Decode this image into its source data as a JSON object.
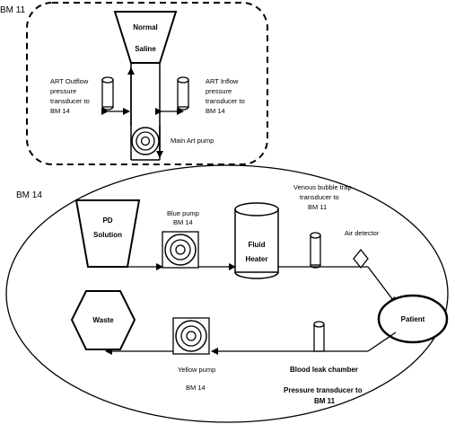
{
  "bm11": {
    "title": "BM 11",
    "saline_line1": "Normal",
    "saline_line2": "Saline",
    "outflow": [
      "ART Outflow",
      "pressure",
      "transducer to",
      "BM 14"
    ],
    "inflow": [
      "ART Inflow",
      "pressure",
      "transducer to",
      "BM 14"
    ],
    "main_pump": "Main Art pump"
  },
  "bm14": {
    "title": "BM 14",
    "pd_line1": "PD",
    "pd_line2": "Solution",
    "blue_pump": [
      "Blue pump",
      "BM 14"
    ],
    "heater_line1": "Fluid",
    "heater_line2": "Heater",
    "venous": [
      "Venous bubble trap",
      "transducer to",
      "BM 11"
    ],
    "air_detector": "Air detector",
    "patient": "Patient",
    "waste": "Waste",
    "yellow_pump": "Yellow pump",
    "bm14_label": "BM  14",
    "blood_leak": "Blood leak chamber",
    "pressure": [
      "Pressure transducer to",
      "BM 11"
    ]
  }
}
